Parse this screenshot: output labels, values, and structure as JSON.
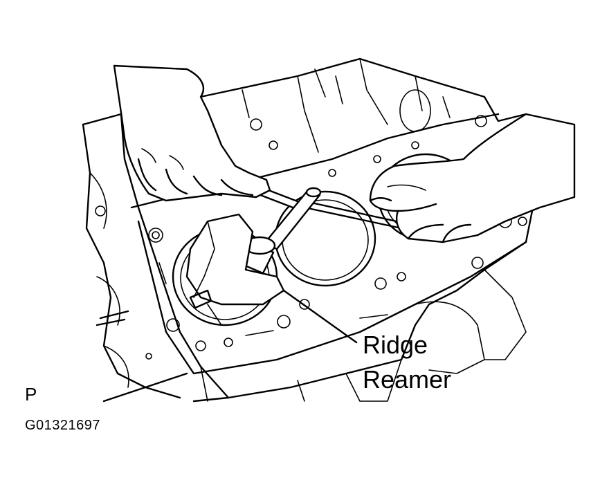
{
  "illustration": {
    "subject": "ridge-reamer-in-cylinder-bore",
    "callout": {
      "line1": "Ridge",
      "line2": "Reamer"
    },
    "view_marker": "P",
    "figure_id": "G01321697",
    "colors": {
      "ink": "#000000",
      "background": "#ffffff"
    }
  }
}
